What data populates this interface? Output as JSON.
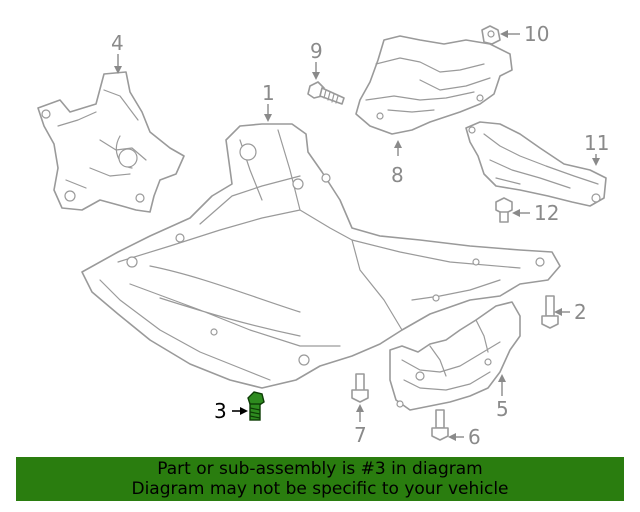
{
  "diagram": {
    "callouts": {
      "c1": "1",
      "c2": "2",
      "c3": "3",
      "c4": "4",
      "c5": "5",
      "c6": "6",
      "c7": "7",
      "c8": "8",
      "c9": "9",
      "c10": "10",
      "c11": "11",
      "c12": "12"
    },
    "highlighted_part": "3",
    "colors": {
      "highlight": "#2e8b1f",
      "banner": "#2a7d0f",
      "line_art": "#9a9a9a"
    }
  },
  "banner": {
    "line1": "Part or sub-assembly is #3 in diagram",
    "line2": "Diagram may not be specific to your vehicle"
  }
}
